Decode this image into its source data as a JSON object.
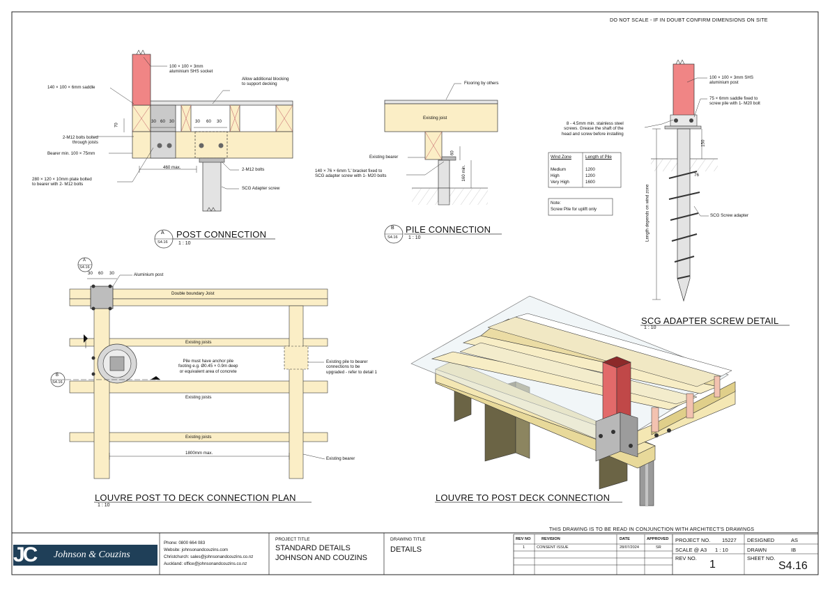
{
  "header": {
    "note_top": "DO NOT SCALE - IF IN DOUBT CONFIRM DIMENSIONS ON SITE",
    "note_bottom": "THIS DRAWING IS TO BE READ IN CONJUNCTION WITH ARCHITECT'S DRAWINGS"
  },
  "post_connection": {
    "title": "POST CONNECTION",
    "marker_letter": "A",
    "marker_sheet": "S4.16",
    "scale": "1 : 10",
    "labels": {
      "shs_socket_l1": "100 × 100 × 3mm",
      "shs_socket_l2": "aluminium SHS socket",
      "blocking_l1": "Allow additional blocking",
      "blocking_l2": "to support decking",
      "saddle": "140 × 100 × 6mm saddle",
      "bolts_l1": "2-M12 bolts bolted",
      "bolts_l2": "through joists",
      "bearer": "Bearer min. 100 × 75mm",
      "plate_l1": "280 × 120 × 10mm plate bolted",
      "plate_l2": "to  bearer with 2- M12 bolts",
      "m12": "2-M12 bolts",
      "adapter": "SCG Adapter screw",
      "dim_max": "460 max.",
      "dim_70": "70",
      "dims_a": [
        "30",
        "60",
        "30"
      ],
      "dims_b": [
        "30",
        "60",
        "30"
      ]
    }
  },
  "pile_connection": {
    "title": "PILE CONNECTION",
    "marker_letter": "B",
    "marker_sheet": "S4.16",
    "scale": "1 : 10",
    "labels": {
      "flooring": "Flooring by others",
      "joist": "Existing joist",
      "bearer": "Existing bearer",
      "bracket_l1": "140 × 76 × 6mm 'L' bracket fixed to",
      "bracket_l2": "SCG adapter screw with 1- M20 bolts",
      "dim_60": "60",
      "dim_160": "160 min."
    }
  },
  "scg_detail": {
    "title": "SCG ADAPTER SCREW DETAIL",
    "scale": "1 : 10",
    "labels": {
      "post_l1": "100 × 100 × 3mm SHS",
      "post_l2": "aluminium post",
      "saddle_l1": "75 × 6mm saddle fixed to",
      "saddle_l2": "screw pile with 1- M20 bolt",
      "screws_l1": "8 - 4.5mm min. stainless steel",
      "screws_l2": "screws. Grease the shaft of the",
      "screws_l3": "head and screw before installing",
      "adapter": "SCG Screw adapter",
      "length": "Length depends on wind zone",
      "dim_150": "150",
      "dim_76": "76"
    },
    "wind_table": {
      "headers": [
        "Wind Zone",
        "Length of Pile"
      ],
      "rows": [
        [
          "Medium",
          "1200"
        ],
        [
          "High",
          "1200"
        ],
        [
          "Very High",
          "1600"
        ]
      ]
    },
    "note_l1": "Note:",
    "note_l2": "Screw Pile for uplift only"
  },
  "plan": {
    "title": "LOUVRE POST TO DECK CONNECTION PLAN",
    "scale": "1 : 10",
    "marker_a_letter": "A",
    "marker_a_sheet": "S4.16",
    "marker_b_letter": "B",
    "marker_b_sheet": "S4.16",
    "labels": {
      "post": "Aluminium post",
      "boundary": "Double boundary Joist",
      "joists": "Existing joists",
      "pile_l1": "Pile must have anchor pile",
      "pile_l2": "footing e.g. Ø0.45 × 0.9m deep",
      "pile_l3": "or equivalent area of concrete",
      "exist_pile_l1": "Existing pile to bearer",
      "exist_pile_l2": "connections to be",
      "exist_pile_l3": "upgraded - refer to detail 1",
      "bearer": "Existing bearer",
      "dim_1800": "1800mm max.",
      "dims": [
        "30",
        "60",
        "30"
      ]
    }
  },
  "iso": {
    "title": "LOUVRE TO POST DECK CONNECTION"
  },
  "title_block": {
    "company_initials": "JC",
    "company_name": "Johnson & Couzins",
    "phone": "Phone: 0800 664 083",
    "website": "Website: johnsonandcouzins.com",
    "christchurch": "Christchurch: sales@johnsonandcouzins.co.nz",
    "auckland": "Auckland: office@johnsonandcouzins.co.nz",
    "project_title_label": "PROJECT TITLE",
    "project_title_l1": "STANDARD DETAILS",
    "project_title_l2": "JOHNSON AND COUZINS",
    "drawing_title_label": "DRAWING TITLE",
    "drawing_title": "DETAILS",
    "rev_headers": [
      "REV NO",
      "REVISION",
      "DATE",
      "APPROVED"
    ],
    "rev_rows": [
      [
        "1",
        "CONSENT ISSUE",
        "28/07/2024",
        "SR"
      ]
    ],
    "project_no_label": "PROJECT NO.",
    "project_no": "15227",
    "designed_label": "DESIGNED",
    "designed": "AS",
    "scale_label": "SCALE @ A3",
    "scale": "1 : 10",
    "drawn_label": "DRAWN",
    "drawn": "IB",
    "rev_no_label": "REV NO.",
    "rev_no": "1",
    "sheet_no_label": "SHEET NO.",
    "sheet_no": "S4.16",
    "colors": {
      "brand_bg": "#1f3f58",
      "brand_text": "#ffffff"
    }
  }
}
